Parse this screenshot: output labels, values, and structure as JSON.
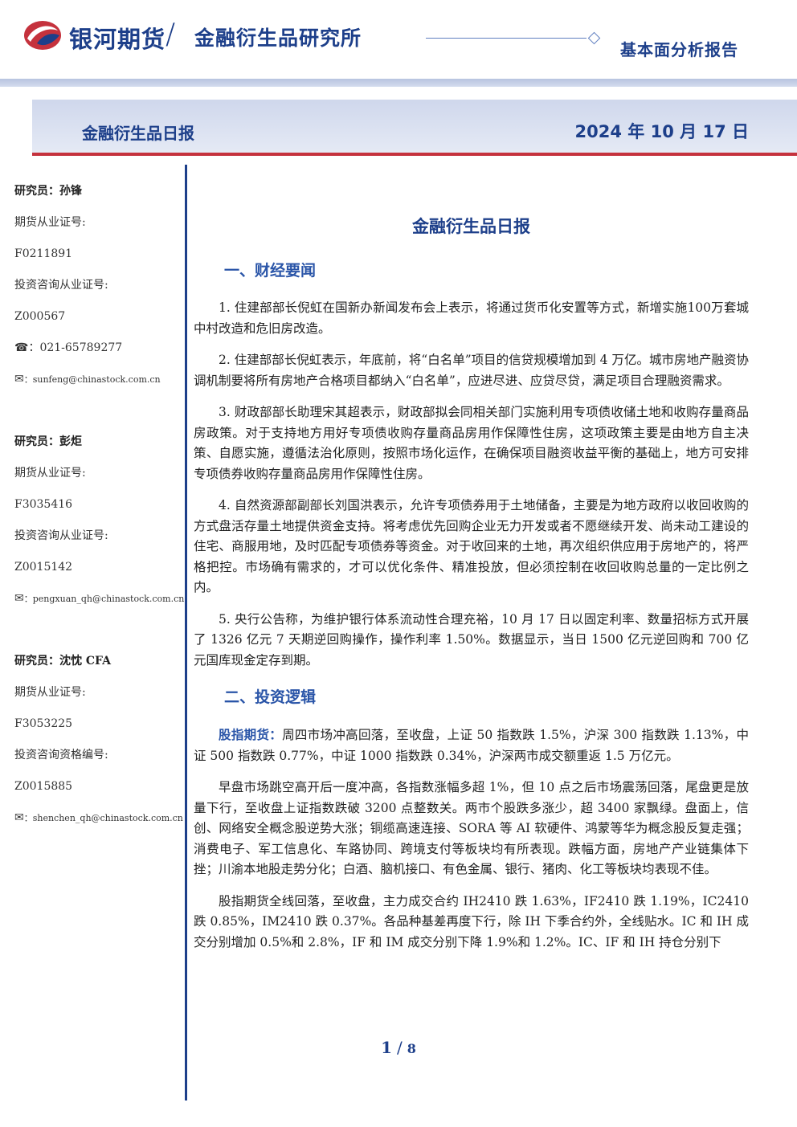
{
  "header": {
    "brand": "银河期货",
    "institute": "金融衍生品研究所",
    "report_type": "基本面分析报告"
  },
  "banner": {
    "title": "金融衍生品日报",
    "date": "2024 年 10 月 17 日"
  },
  "analysts": [
    {
      "name_label": "研究员：孙锋",
      "futures_cert_label": "期货从业证号:",
      "futures_cert": "F0211891",
      "consult_cert_label": "投资咨询从业证号:",
      "consult_cert": "Z000567",
      "phone_icon": "☎",
      "phone": "：021-65789277",
      "email_icon": "✉",
      "email": "：sunfeng@chinastock.com.cn"
    },
    {
      "name_label": "研究员：彭炬",
      "futures_cert_label": "期货从业证号:",
      "futures_cert": "F3035416",
      "consult_cert_label": "投资咨询从业证号:",
      "consult_cert": "Z0015142",
      "email_icon": "✉",
      "email": "：pengxuan_qh@chinastock.com.cn"
    },
    {
      "name_label": "研究员：沈忱 CFA",
      "futures_cert_label": "期货从业证号:",
      "futures_cert": "F3053225",
      "consult_cert_label": "投资咨询资格编号:",
      "consult_cert": "Z0015885",
      "email_icon": "✉",
      "email": "：shenchen_qh@chinastock.com.cn"
    }
  ],
  "main": {
    "title": "金融衍生品日报",
    "section1": "一、财经要闻",
    "news": [
      "1. 住建部部长倪虹在国新办新闻发布会上表示，将通过货币化安置等方式，新增实施100万套城中村改造和危旧房改造。",
      "2. 住建部部长倪虹表示，年底前，将“白名单”项目的信贷规模增加到 4 万亿。城市房地产融资协调机制要将所有房地产合格项目都纳入“白名单”，应进尽进、应贷尽贷，满足项目合理融资需求。",
      "3. 财政部部长助理宋其超表示，财政部拟会同相关部门实施利用专项债收储土地和收购存量商品房政策。对于支持地方用好专项债收购存量商品房用作保障性住房，这项政策主要是由地方自主决策、自愿实施，遵循法治化原则，按照市场化运作，在确保项目融资收益平衡的基础上，地方可安排专项债券收购存量商品房用作保障性住房。",
      "4. 自然资源部副部长刘国洪表示，允许专项债券用于土地储备，主要是为地方政府以收回收购的方式盘活存量土地提供资金支持。将考虑优先回购企业无力开发或者不愿继续开发、尚未动工建设的住宅、商服用地，及时匹配专项债券等资金。对于收回来的土地，再次组织供应用于房地产的，将严格把控。市场确有需求的，才可以优化条件、精准投放，但必须控制在收回收购总量的一定比例之内。",
      "5. 央行公告称，为维护银行体系流动性合理充裕，10 月 17 日以固定利率、数量招标方式开展了 1326 亿元 7 天期逆回购操作，操作利率 1.50%。数据显示，当日 1500 亿元逆回购和 700 亿元国库现金定存到期。"
    ],
    "section2": "二、投资逻辑",
    "logic_label": "股指期货：",
    "logic_p1": "周四市场冲高回落，至收盘，上证 50 指数跌 1.5%，沪深 300 指数跌 1.13%，中证 500 指数跌 0.77%，中证 1000 指数跌 0.34%，沪深两市成交额重返 1.5 万亿元。",
    "logic_p2": "早盘市场跳空高开后一度冲高，各指数涨幅多超 1%，但 10 点之后市场震荡回落，尾盘更是放量下行，至收盘上证指数跌破 3200 点整数关。两市个股跌多涨少，超 3400 家飘绿。盘面上，信创、网络安全概念股逆势大涨；铜缆高速连接、SORA 等 AI 软硬件、鸿蒙等华为概念股反复走强；消费电子、军工信息化、车路协同、跨境支付等板块均有所表现。跌幅方面，房地产产业链集体下挫；川渝本地股走势分化；白酒、脑机接口、有色金属、银行、猪肉、化工等板块均表现不佳。",
    "logic_p3": "股指期货全线回落，至收盘，主力成交合约 IH2410 跌 1.63%，IF2410 跌 1.19%，IC2410 跌 0.85%，IM2410 跌 0.37%。各品种基差再度下行，除 IH 下季合约外，全线贴水。IC 和 IH 成交分别增加 0.5%和 2.8%，IF 和 IM 成交分别下降 1.9%和 1.2%。IC、IF 和 IH 持仓分别下"
  },
  "pager": {
    "current": "1",
    "sep": "/",
    "total": "8"
  }
}
